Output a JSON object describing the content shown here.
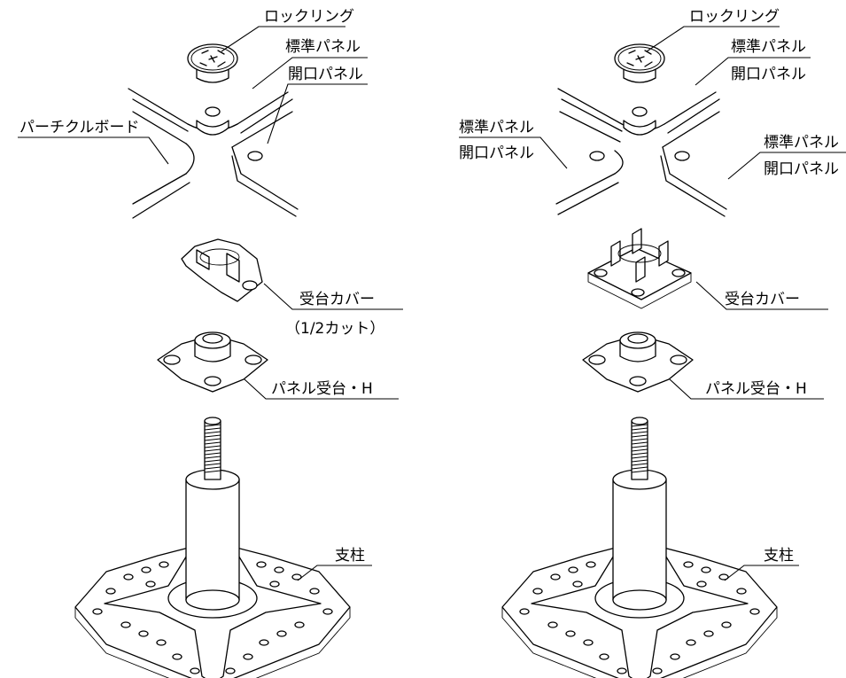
{
  "left": {
    "labels": {
      "lock_ring": "ロックリング",
      "standard_panel": "標準パネル",
      "opening_panel": "開口パネル",
      "particle_board": "パーチクルボード",
      "base_cover": "受台カバー",
      "base_cover_note": "（1/2カット）",
      "panel_base": "パネル受台・H",
      "pedestal": "支柱"
    }
  },
  "right": {
    "labels": {
      "lock_ring": "ロックリング",
      "top_standard": "標準パネル",
      "top_opening": "開口パネル",
      "left_standard": "標準パネル",
      "left_opening": "開口パネル",
      "right_standard": "標準パネル",
      "right_opening": "開口パネル",
      "base_cover": "受台カバー",
      "panel_base": "パネル受台・H",
      "pedestal": "支柱"
    }
  }
}
